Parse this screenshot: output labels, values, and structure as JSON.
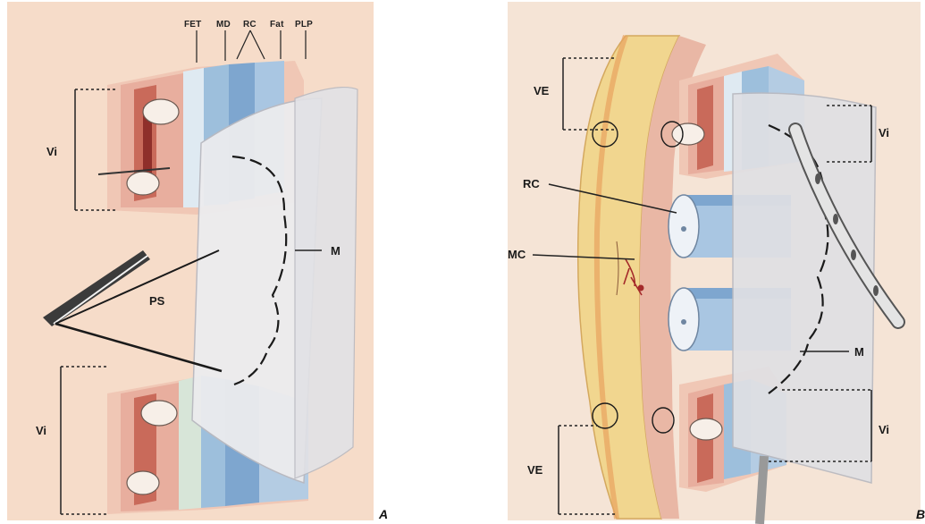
{
  "colors": {
    "paper": "#f6dcc9",
    "paper_right": "#f5e4d6",
    "skin_yellow": "#f1d68f",
    "muscle_red": "#c96a5a",
    "dark_red": "#8f2f2a",
    "fascia_blue": "#8fb3d6",
    "mesh_gray": "#d9d9dc",
    "ink": "#1a1a1a"
  },
  "panel_a": {
    "letter": "A",
    "top_labels": [
      "FET",
      "MD",
      "RC",
      "Fat",
      "PLP"
    ],
    "label_vi_top": "Vi",
    "label_vi_bottom": "Vi",
    "label_m": "M",
    "label_ps": "PS"
  },
  "panel_b": {
    "letter": "B",
    "label_ve_top": "VE",
    "label_ve_bottom": "VE",
    "label_rc": "RC",
    "label_mc": "MC",
    "label_m": "M",
    "label_vi_top": "Vi",
    "label_vi_bottom": "Vi"
  }
}
